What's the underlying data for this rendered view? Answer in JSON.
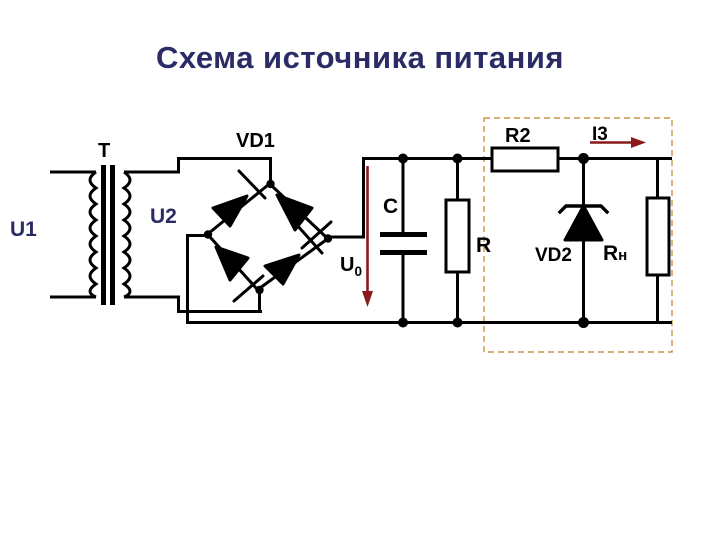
{
  "page": {
    "title": "Схема источника питания",
    "title_color": "#2b2b66"
  },
  "colors": {
    "wire": "#000000",
    "label_black": "#000000",
    "label_blue": "#2b2b66",
    "arrow_red": "#8b1a1a",
    "dashed_border": "#c8954a",
    "background": "#ffffff"
  },
  "labels": {
    "transformer": "T",
    "input_voltage": "U1",
    "input_voltage_base": "U",
    "input_voltage_sub": "1",
    "secondary_voltage": "U2",
    "secondary_voltage_base": "U",
    "secondary_voltage_sub": "2",
    "bridge": "VD1",
    "output_voltage_base": "U",
    "output_voltage_sub": "0",
    "capacitor": "C",
    "resistor_r": "R",
    "resistor_r2": "R2",
    "current_i3": "I3",
    "zener": "VD2",
    "load_resistor_base": "R",
    "load_resistor_sub": "н"
  },
  "components": [
    {
      "name": "transformer",
      "ref": "T",
      "type": "transformer"
    },
    {
      "name": "diode-bridge",
      "ref": "VD1",
      "type": "rectifier-bridge",
      "diode_count": 4
    },
    {
      "name": "capacitor",
      "ref": "C",
      "type": "capacitor"
    },
    {
      "name": "resistor-r",
      "ref": "R",
      "type": "resistor"
    },
    {
      "name": "resistor-r2",
      "ref": "R2",
      "type": "resistor"
    },
    {
      "name": "zener-diode",
      "ref": "VD2",
      "type": "zener-diode"
    },
    {
      "name": "load-resistor",
      "ref": "Rн",
      "type": "resistor"
    }
  ],
  "signals": [
    {
      "name": "input-voltage",
      "ref": "U1"
    },
    {
      "name": "secondary-voltage",
      "ref": "U2"
    },
    {
      "name": "rectified-voltage",
      "ref": "U0",
      "arrow": "down"
    },
    {
      "name": "load-current",
      "ref": "I3",
      "arrow": "right"
    }
  ]
}
